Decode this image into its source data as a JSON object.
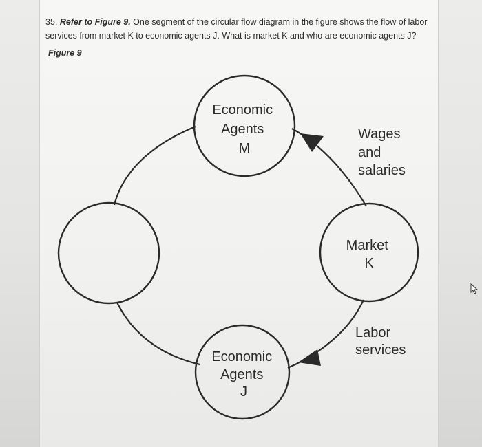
{
  "question": {
    "number": "35.",
    "reference": "Refer to Figure 9.",
    "text": "One segment of the circular flow diagram in the figure shows the flow of labor services from market K to economic agents J. What is market K and who are economic agents J?"
  },
  "figure_label": "Figure 9",
  "diagram": {
    "nodes": [
      {
        "id": "top",
        "lines": [
          "Economic",
          "Agents",
          "M"
        ]
      },
      {
        "id": "right",
        "lines": [
          "Market",
          "K"
        ]
      },
      {
        "id": "bottom",
        "lines": [
          "Economic",
          "Agents",
          "J"
        ]
      },
      {
        "id": "left",
        "lines": []
      }
    ],
    "flows": [
      {
        "id": "wages",
        "lines": [
          "Wages",
          "and",
          "salaries"
        ]
      },
      {
        "id": "labor",
        "lines": [
          "Labor",
          "services"
        ]
      }
    ]
  },
  "colors": {
    "stroke": "#2a2a2a",
    "page_background": "#f4f4f2"
  },
  "icons": {
    "cursor": "mouse-pointer-icon"
  }
}
